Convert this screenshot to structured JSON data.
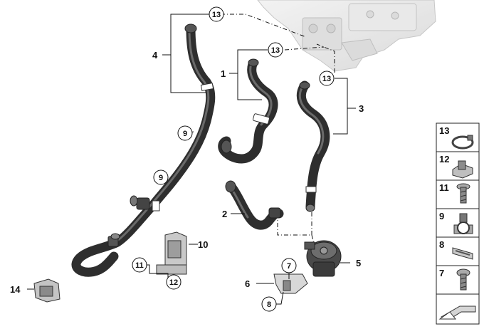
{
  "callouts": {
    "c1": "1",
    "c2": "2",
    "c3": "3",
    "c4": "4",
    "c5": "5",
    "c6": "6",
    "c7": "7",
    "c8": "8",
    "c9a": "9",
    "c9b": "9",
    "c10": "10",
    "c11": "11",
    "c12": "12",
    "c13a": "13",
    "c13b": "13",
    "c13c": "13",
    "c14": "14"
  },
  "parts_table": [
    "13",
    "12",
    "11",
    "9",
    "8",
    "7"
  ],
  "colors": {
    "hose": "#3a3a3a",
    "hose_highlight": "#6a6a6a",
    "engine": "#d9d9d9",
    "line": "#111111"
  },
  "icons": [
    "hose-clamp-icon",
    "nut-icon",
    "screw-icon",
    "clip-icon",
    "spring-clip-icon",
    "bolt-icon",
    "arrow-icon"
  ]
}
